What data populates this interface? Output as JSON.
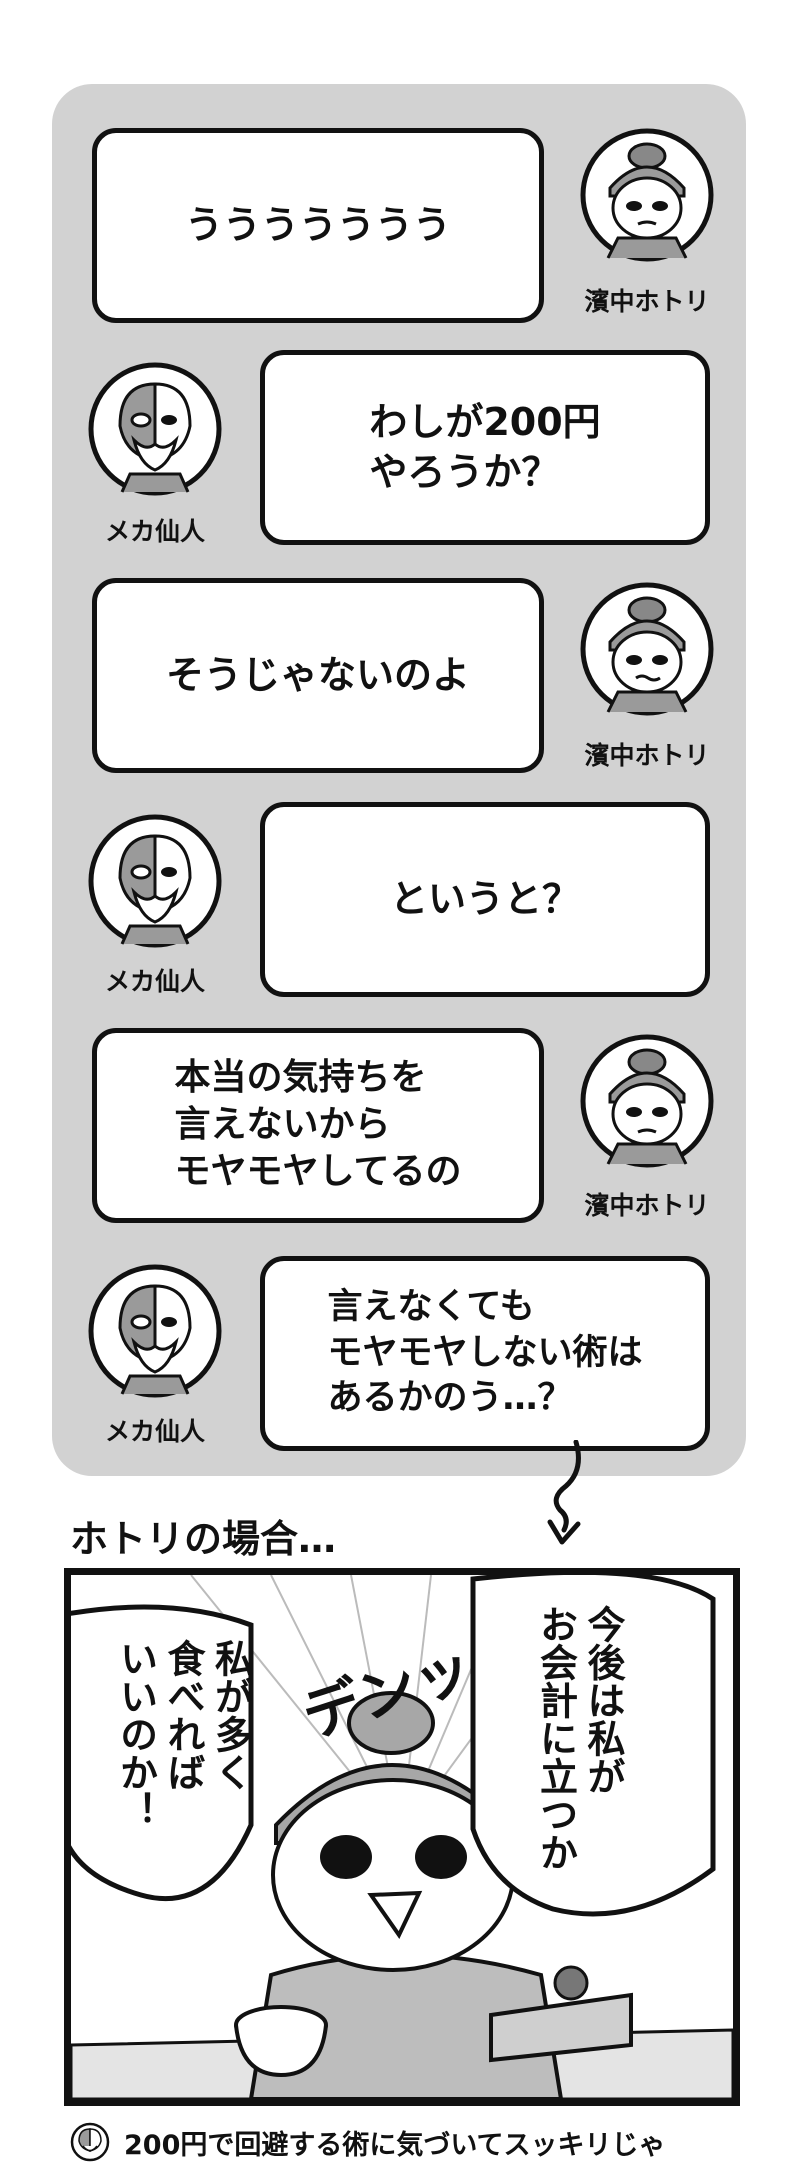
{
  "chat": {
    "messages": [
      {
        "speaker": "濱中ホトリ",
        "text": "ううううううう"
      },
      {
        "speaker": "メカ仙人",
        "text": "わしが200円\nやろうか？"
      },
      {
        "speaker": "濱中ホトリ",
        "text": "そうじゃないのよ"
      },
      {
        "speaker": "メカ仙人",
        "text": "というと？"
      },
      {
        "speaker": "濱中ホトリ",
        "text": "本当の気持ちを\n言えないから\nモヤモヤしてるの"
      },
      {
        "speaker": "メカ仙人",
        "text": "言えなくても\nモヤモヤしない術は\nあるかのう…？"
      }
    ]
  },
  "section": {
    "title": "ホトリの場合…"
  },
  "manga": {
    "right_bubble": "今後は私が\nお会計に立つか",
    "left_bubble": "私が多く\n食べれば\nいいのか！",
    "sfx": "デンッ"
  },
  "footer": {
    "text": "200円で回避する術に気づいてスッキリじゃ"
  },
  "colors": {
    "panel": "#d2d2d2",
    "ink": "#111111",
    "paper": "#ffffff"
  }
}
